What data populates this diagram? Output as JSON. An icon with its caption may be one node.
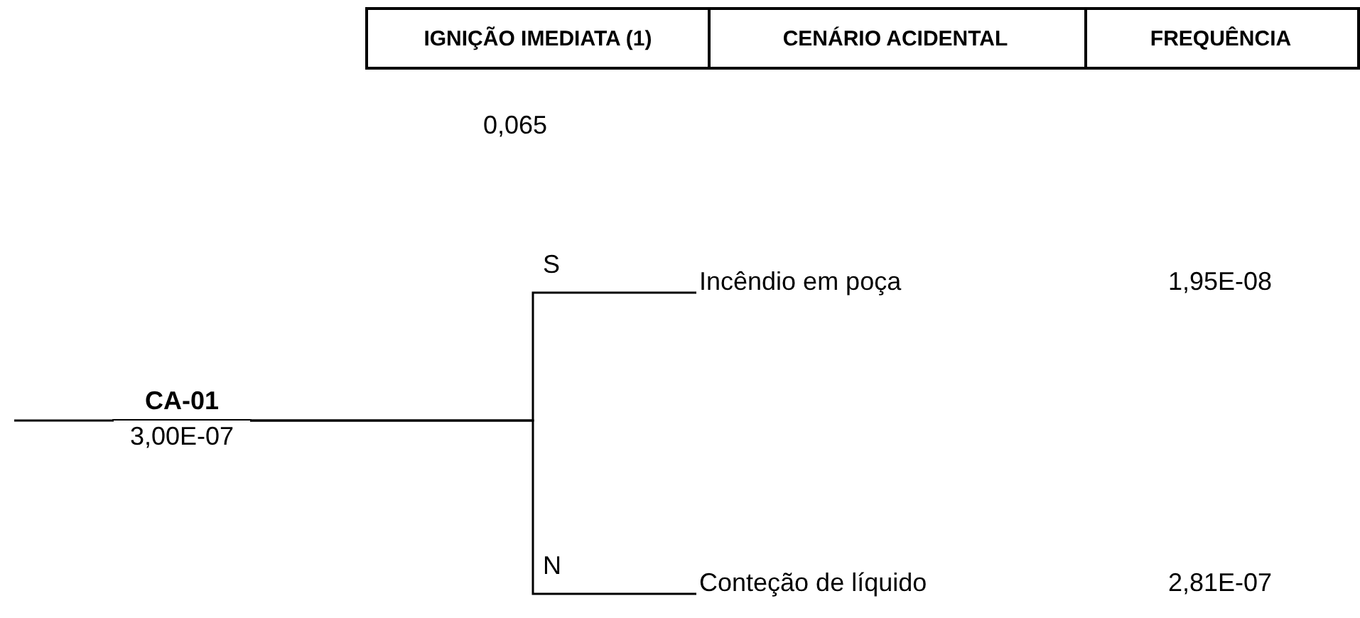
{
  "diagram": {
    "nodes": [
      {
        "text": [
          "CA-01",
          "3,00E-07"
        ]
      },
      {
        "text": [
          "Incêndio em poça"
        ]
      },
      {
        "text": [
          "Conteção de líquido"
        ]
      }
    ],
    "edges": [
      {
        "from": null,
        "to": 0,
        "arrow": "none"
      },
      {
        "from": 0,
        "to": 1,
        "arrow": "none",
        "label": "S"
      },
      {
        "from": 0,
        "to": 2,
        "arrow": "none",
        "label": "N"
      }
    ],
    "labels": [
      "IGNIÇÃO IMEDIATA (1)",
      "CENÁRIO ACIDENTAL",
      "FREQUÊNCIA",
      "0,065",
      "1,95E-08",
      "2,81E-07"
    ]
  }
}
